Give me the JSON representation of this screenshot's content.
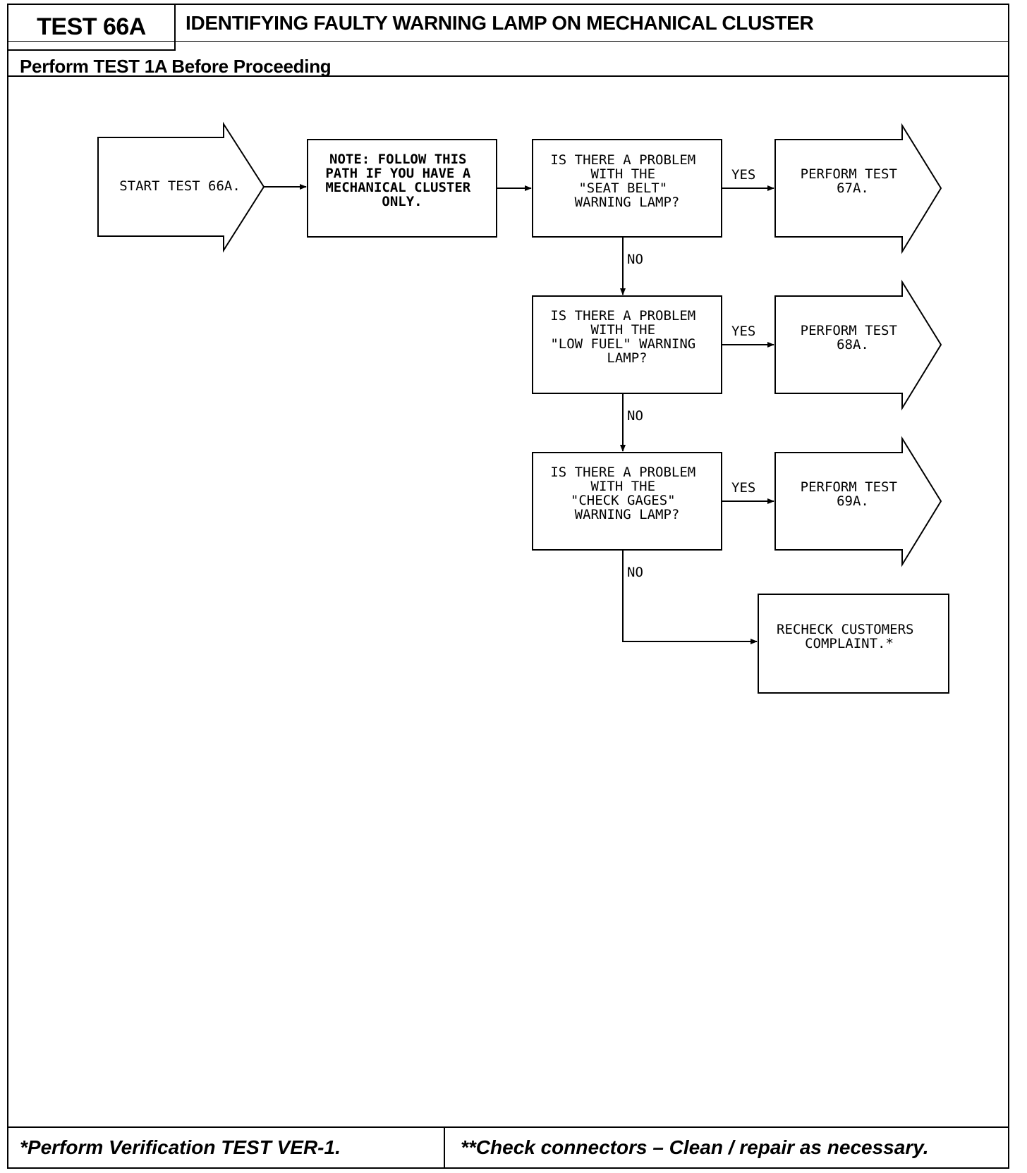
{
  "header": {
    "test_id": "TEST 66A",
    "title": "IDENTIFYING FAULTY WARNING LAMP ON MECHANICAL CLUSTER",
    "prerequisite": "Perform TEST 1A Before Proceeding"
  },
  "flowchart": {
    "start": {
      "lines": [
        "START TEST 66A."
      ]
    },
    "note": {
      "lines": [
        "NOTE: FOLLOW THIS",
        "PATH IF YOU HAVE A",
        "MECHANICAL CLUSTER",
        "ONLY."
      ]
    },
    "q1": {
      "lines": [
        "IS THERE A PROBLEM",
        "WITH THE",
        "\"SEAT BELT\"",
        "WARNING LAMP?"
      ]
    },
    "q2": {
      "lines": [
        "IS THERE A PROBLEM",
        "WITH THE",
        "\"LOW FUEL\" WARNING",
        "LAMP?"
      ]
    },
    "q3": {
      "lines": [
        "IS THERE A PROBLEM",
        "WITH THE",
        "\"CHECK GAGES\"",
        "WARNING LAMP?"
      ]
    },
    "r1": {
      "lines": [
        "PERFORM TEST",
        "67A."
      ]
    },
    "r2": {
      "lines": [
        "PERFORM TEST",
        "68A."
      ]
    },
    "r3": {
      "lines": [
        "PERFORM TEST",
        "69A."
      ]
    },
    "final": {
      "lines": [
        "RECHECK CUSTOMERS",
        "COMPLAINT.*"
      ]
    },
    "labels": {
      "yes": "YES",
      "no": "NO"
    }
  },
  "footer": {
    "left": "*Perform Verification TEST VER-1.",
    "right": "**Check connectors – Clean / repair as necessary."
  }
}
